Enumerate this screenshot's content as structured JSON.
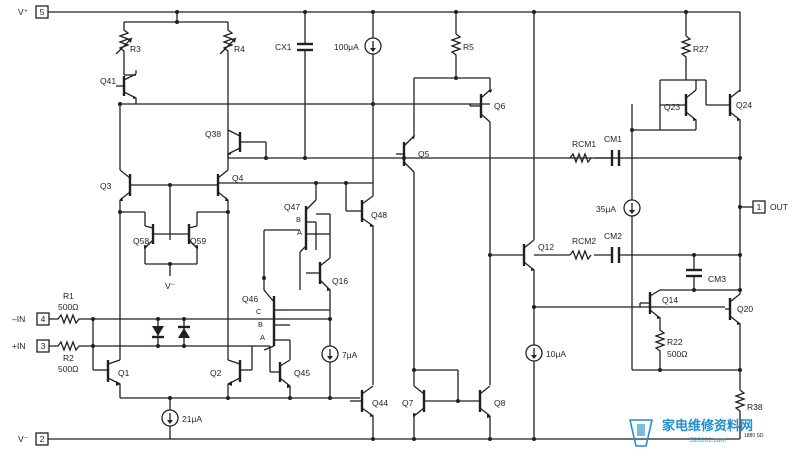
{
  "rails": {
    "v_plus": "V⁺",
    "v_minus": "V⁻",
    "v_minus_local": "V⁻"
  },
  "pins": {
    "p5": "5",
    "p4": "4",
    "p3": "3",
    "p2": "2",
    "p1": "1",
    "in_neg": "–IN",
    "in_pos": "+IN",
    "out": "OUT"
  },
  "resistors": {
    "r1": "R1",
    "r1_val": "500Ω",
    "r2": "R2",
    "r2_val": "500Ω",
    "r3": "R3",
    "r4": "R4",
    "r5": "R5",
    "r27": "R27",
    "r22": "R22",
    "r22_val": "500Ω",
    "r38": "R38",
    "rcm1": "RCM1",
    "rcm2": "RCM2"
  },
  "capacitors": {
    "cx1": "CX1",
    "cm1": "CM1",
    "cm2": "CM2",
    "cm3": "CM3"
  },
  "sources": {
    "i100": "100μA",
    "i35": "35μA",
    "i10": "10μA",
    "i7": "7μA",
    "i21": "21μA"
  },
  "transistors": {
    "q1": "Q1",
    "q2": "Q2",
    "q3": "Q3",
    "q4": "Q4",
    "q5": "Q5",
    "q6": "Q6",
    "q7": "Q7",
    "q8": "Q8",
    "q12": "Q12",
    "q14": "Q14",
    "q16": "Q16",
    "q20": "Q20",
    "q23": "Q23",
    "q24": "Q24",
    "q38": "Q38",
    "q41": "Q41",
    "q44": "Q44",
    "q45": "Q45",
    "q46": "Q46",
    "q47": "Q47",
    "q48": "Q48",
    "q58": "Q58",
    "q59": "Q59"
  },
  "emitter_taps": {
    "q47_b": "B",
    "q47_a": "A",
    "q46_c": "C",
    "q46_b": "B",
    "q46_a": "A"
  },
  "figure_code": "1880 SD",
  "watermark": {
    "brand": "家电维修资料网",
    "url": "520101.com"
  },
  "colors": {
    "ink": "#231f20",
    "watermark": "#1e8fd0"
  }
}
